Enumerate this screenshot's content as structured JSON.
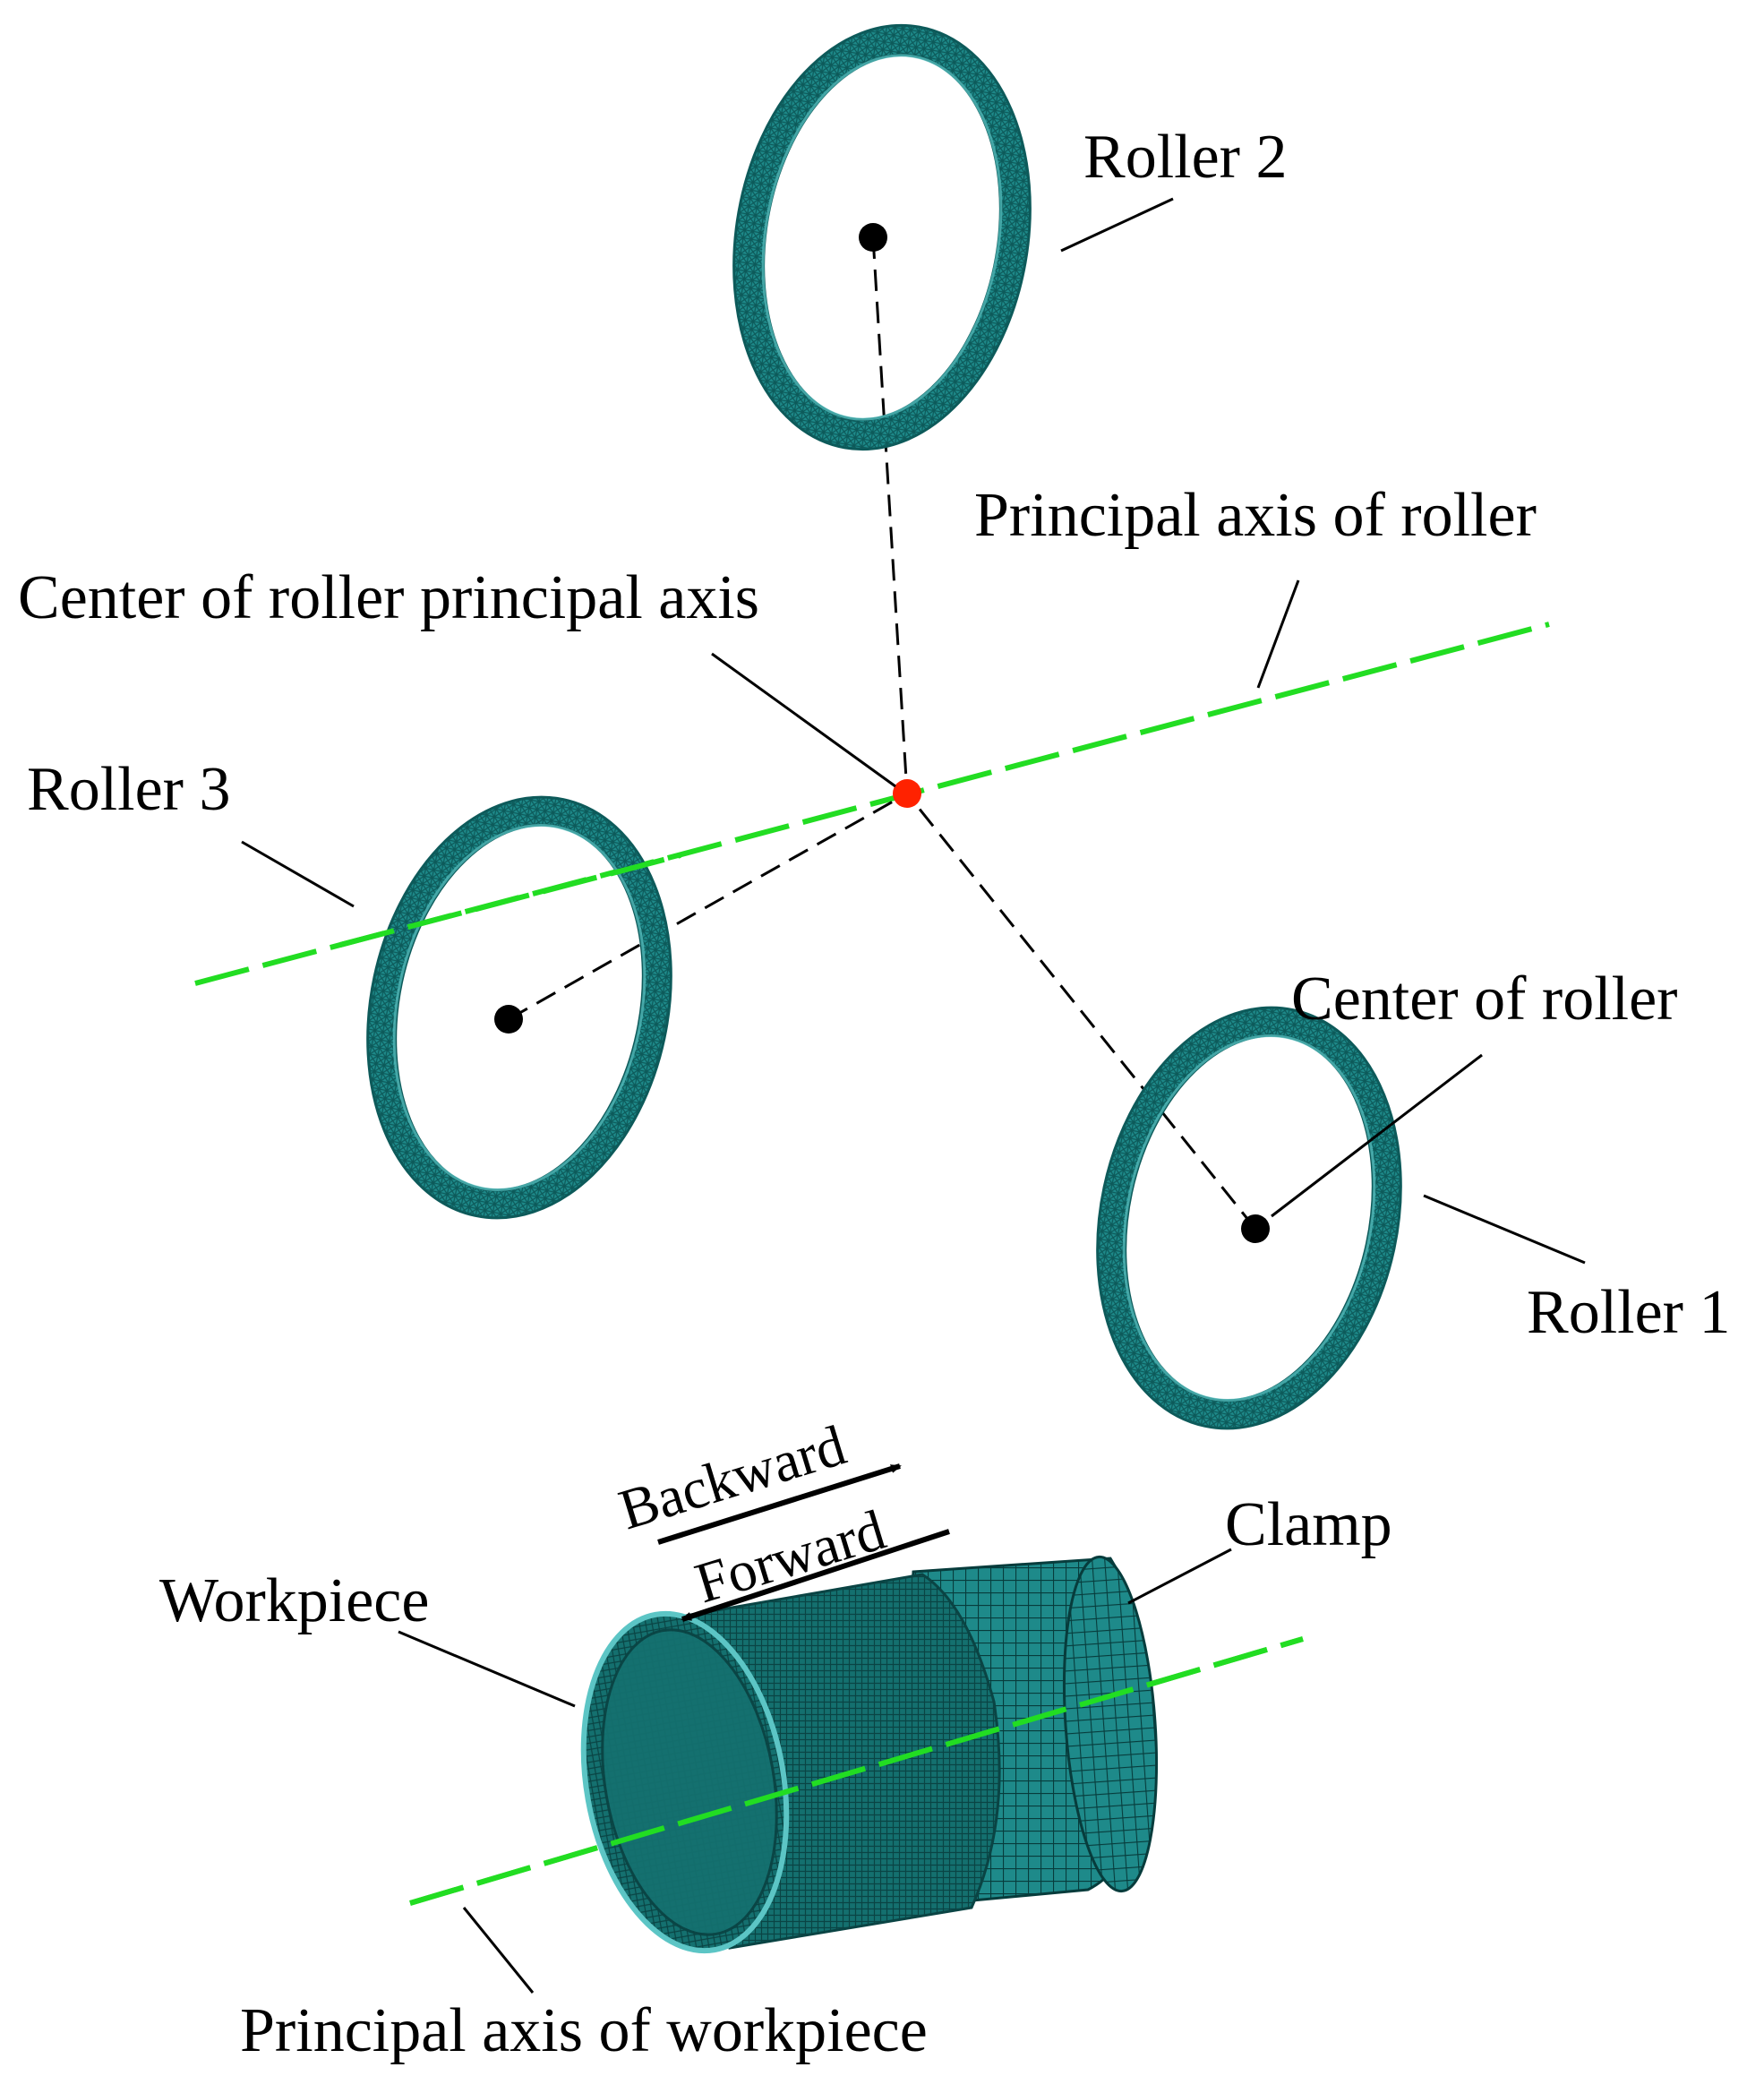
{
  "labels": {
    "roller2": "Roller 2",
    "roller3": "Roller 3",
    "roller1": "Roller 1",
    "principal_axis_roller": "Principal axis of  roller",
    "center_principal_axis": "Center of  roller principal axis",
    "center_of_roller": "Center  of roller",
    "backward": "Backward",
    "forward": "Forward",
    "clamp": "Clamp",
    "workpiece": "Workpiece",
    "principal_axis_workpiece": "Principal axis of  workpiece"
  },
  "colors": {
    "mesh": "#1e8a8a",
    "mesh_light": "#5cc5c5",
    "mesh_dark": "#0d5a5a",
    "axis_line": "#22dd22",
    "axis_center_point": "#ff2200",
    "roller_center_point": "#000000",
    "leader_line": "#000000",
    "background": "#ffffff"
  }
}
